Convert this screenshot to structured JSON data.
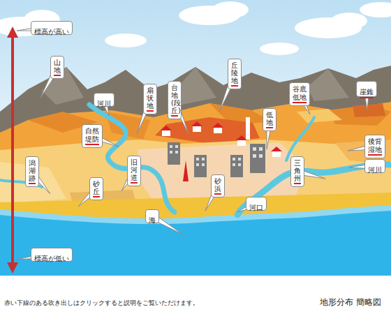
{
  "diagram": {
    "caption": "地形分布 簡略図",
    "nodes": [
      {
        "text": [
          "標高が高い"
        ]
      },
      {
        "text": [
          "山地"
        ]
      },
      {
        "text": [
          "河川"
        ]
      },
      {
        "text": [
          "扇状地"
        ]
      },
      {
        "text": [
          "台地(段丘)"
        ]
      },
      {
        "text": [
          "丘陵地"
        ]
      },
      {
        "text": [
          "谷底低地"
        ]
      },
      {
        "text": [
          "崖錐"
        ]
      },
      {
        "text": [
          "低地"
        ]
      },
      {
        "text": [
          "自然堤防"
        ]
      },
      {
        "text": [
          "後背湿地"
        ]
      },
      {
        "text": [
          "潟湖跡"
        ]
      },
      {
        "text": [
          "旧河道"
        ]
      },
      {
        "text": [
          "三角州"
        ]
      },
      {
        "text": [
          "河川"
        ]
      },
      {
        "text": [
          "砂丘"
        ]
      },
      {
        "text": [
          "砂浜"
        ]
      },
      {
        "text": [
          "河口"
        ]
      },
      {
        "text": [
          "海"
        ]
      },
      {
        "text": [
          "標高が低い"
        ]
      }
    ],
    "labels": [
      "赤い下線のある吹き出しはクリックすると説明をご覧いただけます。"
    ]
  }
}
